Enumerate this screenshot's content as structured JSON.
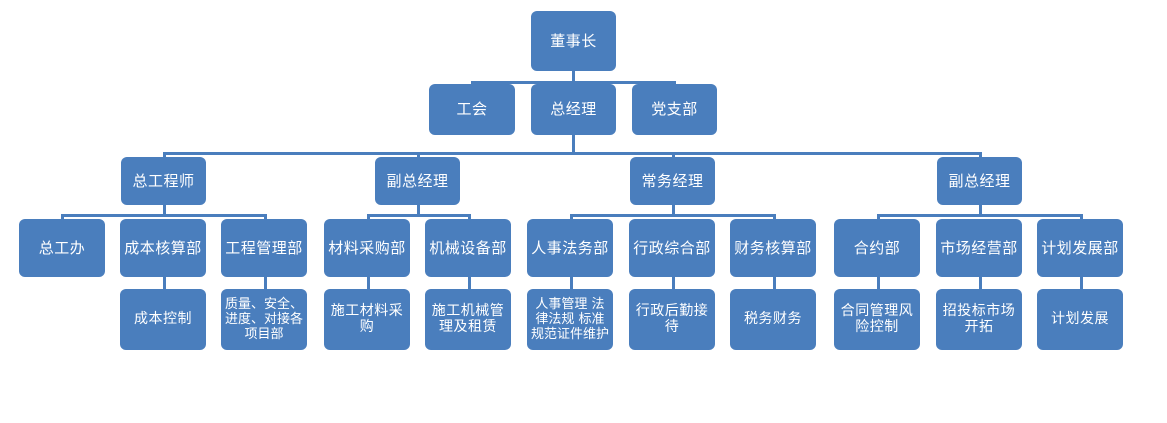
{
  "chart_data": {
    "type": "diagram",
    "title": "",
    "diagram_kind": "organization-chart",
    "orientation": "top-down",
    "box_fill": "#4a7ebd",
    "connector_color": "#4a7ebd",
    "text_color": "#ffffff",
    "levels": 5
  },
  "colors": {
    "box_fill": "#4a7ebd",
    "connector": "#4a7ebd",
    "text": "#ffffff",
    "background": "#ffffff"
  },
  "nodes": {
    "chairman": "董事长",
    "union": "工会",
    "general_manager": "总经理",
    "party_branch": "党支部",
    "chief_engineer": "总工程师",
    "deputy_gm_left": "副总经理",
    "executive_manager": "常务经理",
    "deputy_gm_right": "副总经理",
    "chief_engineer_office": "总工办",
    "cost_accounting_dept": "成本核算部",
    "engineering_mgmt_dept": "工程管理部",
    "material_purchase_dept": "材料采购部",
    "machinery_equipment_dept": "机械设备部",
    "hr_legal_dept": "人事法务部",
    "admin_general_dept": "行政综合部",
    "finance_accounting_dept": "财务核算部",
    "contract_dept": "合约部",
    "market_operation_dept": "市场经营部",
    "plan_development_dept": "计划发展部",
    "cost_control": "成本控制",
    "quality_safety_progress": "质量、安全、进度、对接各项目部",
    "construction_material_purchase": "施工材料采购",
    "construction_machinery_mgmt": "施工机械管理及租赁",
    "hr_law_standards": "人事管理 法律法规 标准规范证件维护",
    "admin_logistics_reception": "行政后勤接待",
    "tax_finance": "税务财务",
    "contract_mgmt_risk_control": "合同管理风险控制",
    "bidding_market_expansion": "招投标市场开拓",
    "plan_development": "计划发展"
  }
}
